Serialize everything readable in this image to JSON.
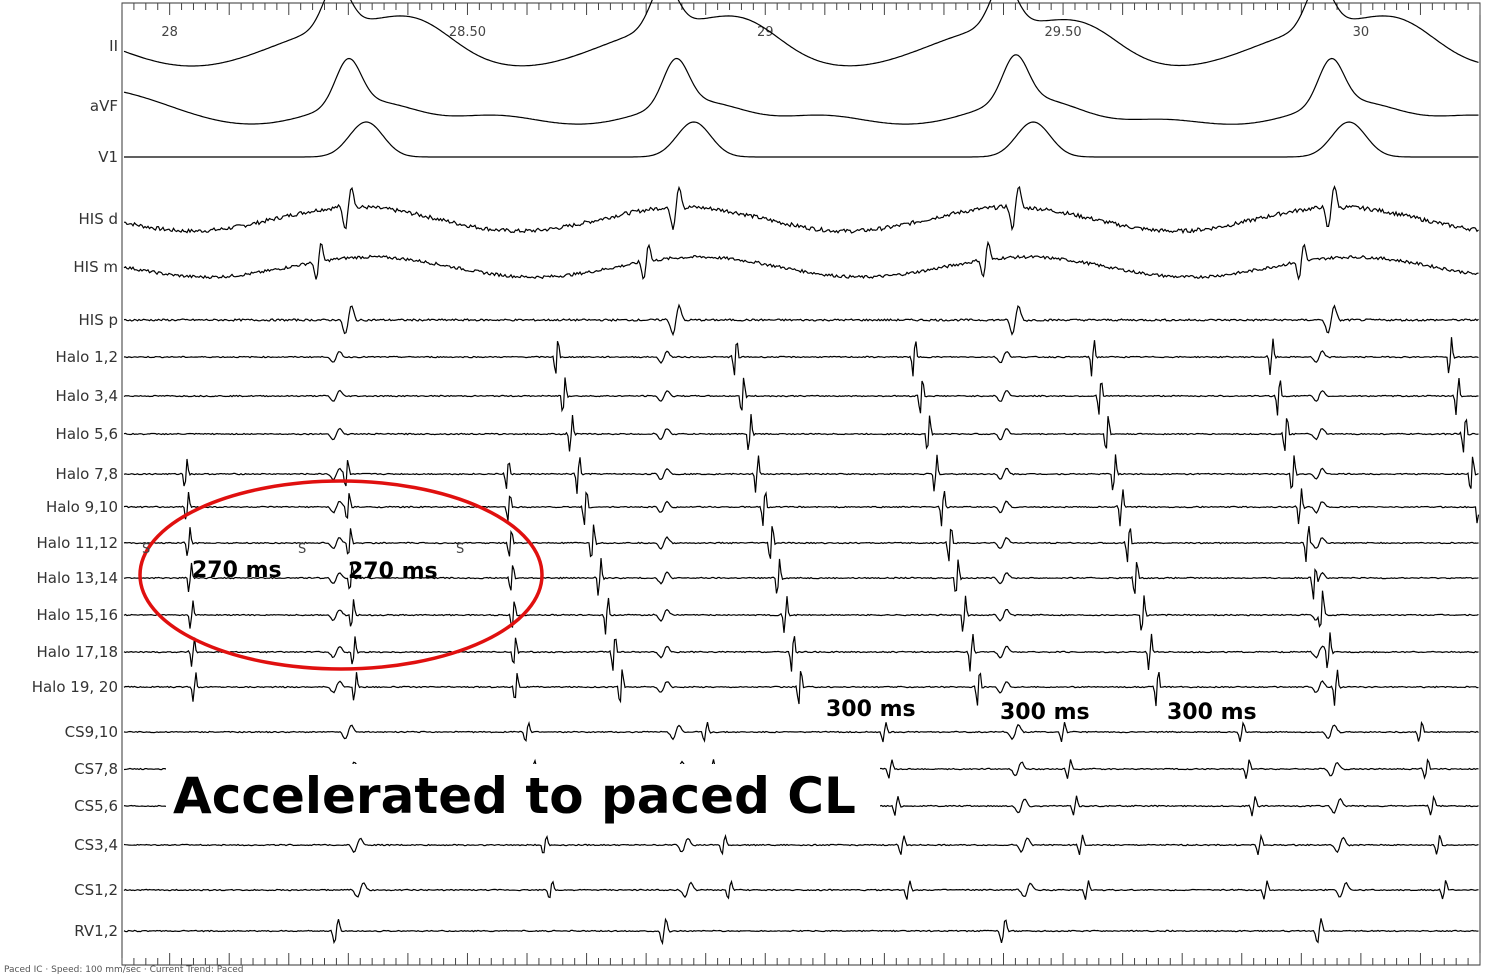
{
  "chart_data": {
    "type": "line",
    "x_axis": {
      "min": 27.92,
      "max": 30.2,
      "tick_labels": [
        "28",
        "28.50",
        "29",
        "29.50",
        "30"
      ],
      "tick_values": [
        28,
        28.5,
        29,
        29.5,
        30
      ]
    },
    "channels": [
      "II",
      "aVF",
      "V1",
      "HIS d",
      "HIS m",
      "HIS p",
      "Halo 1,2",
      "Halo 3,4",
      "Halo 5,6",
      "Halo 7,8",
      "Halo 9,10",
      "Halo 11,12",
      "Halo 13,14",
      "Halo 15,16",
      "Halo 17,18",
      "Halo 19, 20",
      "CS9,10",
      "CS7,8",
      "CS5,6",
      "CS3,4",
      "CS1,2",
      "RV1,2"
    ],
    "annotations": {
      "ms_labels": [
        "270 ms",
        "270 ms",
        "300 ms",
        "300 ms",
        "300 ms"
      ],
      "main_text": "Accelerated to paced CL",
      "stim_labels": [
        "S",
        "S",
        "S"
      ]
    },
    "colors": {
      "trace": "#000000",
      "axis": "#333333",
      "highlight": "#e0100f"
    },
    "footer": "Paced IC · Speed: 100 mm/sec · Current Trend: Paced"
  }
}
